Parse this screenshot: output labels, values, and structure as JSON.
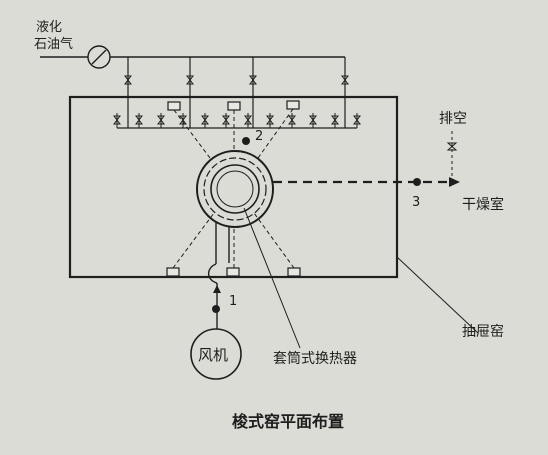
{
  "labels": {
    "lpg_line1": "液化",
    "lpg_line2": "石油气",
    "exhaust": "排空",
    "dryer": "干燥室",
    "drawer_kiln": "抽屉窑",
    "fan": "风机",
    "heat_exchanger": "套筒式换热器",
    "point1": "1",
    "point2": "2",
    "point3": "3"
  },
  "caption": "梭式窑平面布置",
  "colors": {
    "background": "#dcdcd6",
    "ink": "#1e1e1e"
  },
  "icons": {
    "gauge": "pressure-gauge-icon",
    "valve": "valve-icon",
    "burner": "burner-icon",
    "measurement_point": "measurement-point-icon"
  }
}
